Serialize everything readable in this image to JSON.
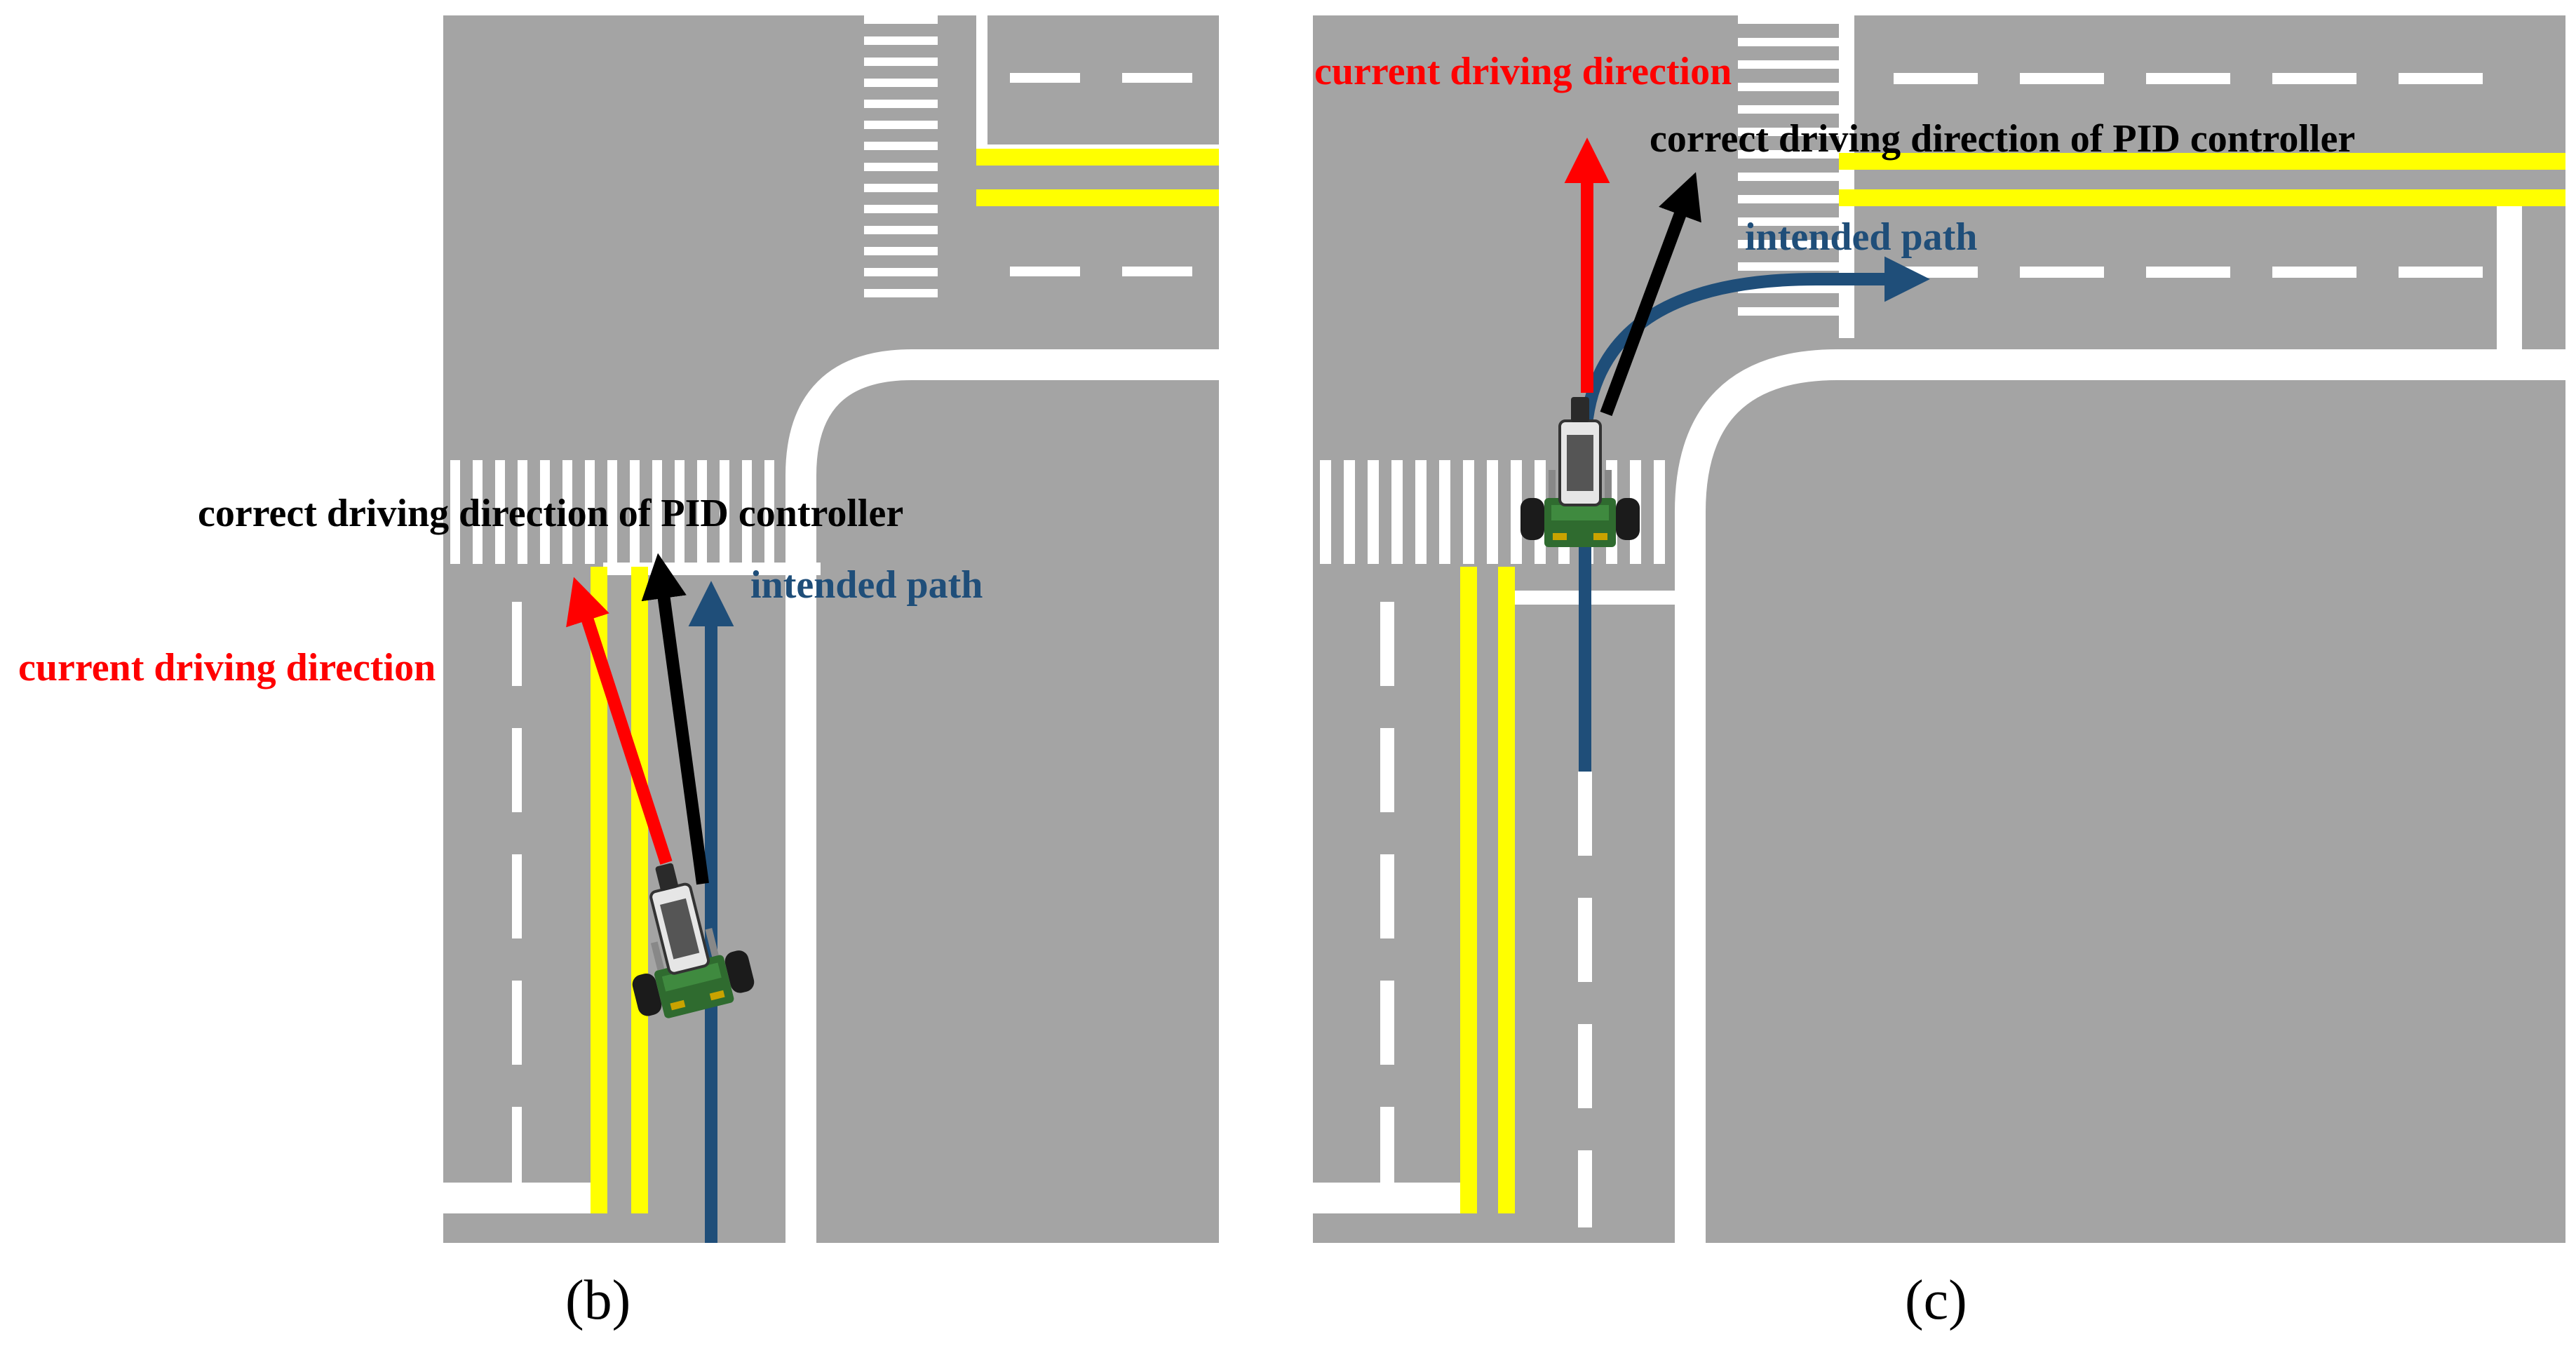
{
  "panels": [
    {
      "id": "b",
      "caption": "(b)",
      "labels": {
        "current": "current driving direction",
        "pid": "correct driving direction of PID controller",
        "intended": "intended path"
      }
    },
    {
      "id": "c",
      "caption": "(c)",
      "labels": {
        "current": "current driving direction",
        "pid": "correct driving direction of PID controller",
        "intended": "intended path"
      }
    }
  ],
  "colors": {
    "road": "#a4a4a4",
    "marking": "#ffffff",
    "yellow_line": "#ffff00",
    "current_arrow": "#ff0000",
    "pid_arrow": "#000000",
    "intended_arrow": "#1f4e79"
  }
}
